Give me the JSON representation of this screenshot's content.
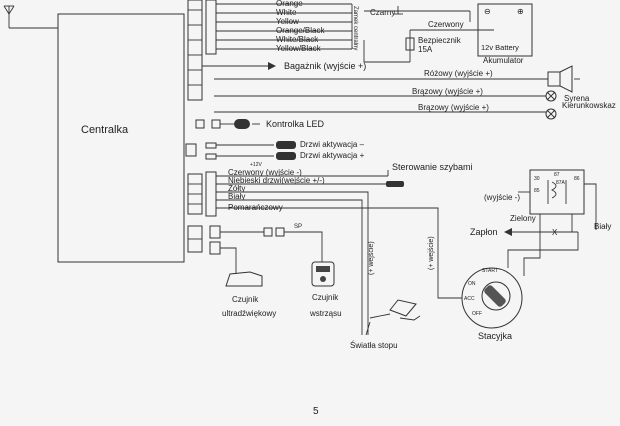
{
  "page_number": "5",
  "central_unit": "Centralka",
  "top_wires": [
    "Orange",
    "White",
    "Yellow",
    "Orange/Black",
    "White/Black",
    "Yellow/Black"
  ],
  "central_lock_label": "Zamek centralny",
  "trunk_output": "Bagażnik (wyjście +)",
  "battery": {
    "black": "Czarny",
    "red": "Czerwony",
    "fuse": "Bezpiecznik",
    "fuse_rating": "15A",
    "battery_label": "12v Battery",
    "accumulator": "Akumulator"
  },
  "siren": {
    "wire": "Różowy (wyjście +)",
    "label": "Syrena"
  },
  "indicators": {
    "wire1": "Brązowy (wyjście +)",
    "wire2": "Brązowy (wyjście +)",
    "label": "Kierunkowskaz"
  },
  "led": "Kontrolka LED",
  "door_minus": "Drzwi aktywacja –",
  "door_plus": "Drzwi aktywacja +",
  "door_small_label": "+12V",
  "lower_wires": [
    "Czerwony (wyjście -)",
    "Niebieski drzwi(wejście +/-)",
    "Żółty",
    "Biały",
    "Pomarańczowy"
  ],
  "windows": "Sterowanie szybami",
  "relay": {
    "pins": [
      "30",
      "87",
      "87A",
      "85",
      "86"
    ],
    "output": "(wyjście -)"
  },
  "green": "Zielony",
  "ignition": "Zapłon",
  "white": "Biały",
  "input_plus_1": "(+ wejście)",
  "input_plus_2": "(+ wejście)",
  "connector_label": "SP",
  "ultrasonic": [
    "Czujnik",
    "ultradźwiękowy"
  ],
  "shock": [
    "Czujnik",
    "wstrząsu"
  ],
  "stop_lights": "Światła stopu",
  "switch": {
    "label": "Stacyjka",
    "positions": [
      "START",
      "ON",
      "ACC",
      "OFF"
    ]
  },
  "x_mark": "X"
}
